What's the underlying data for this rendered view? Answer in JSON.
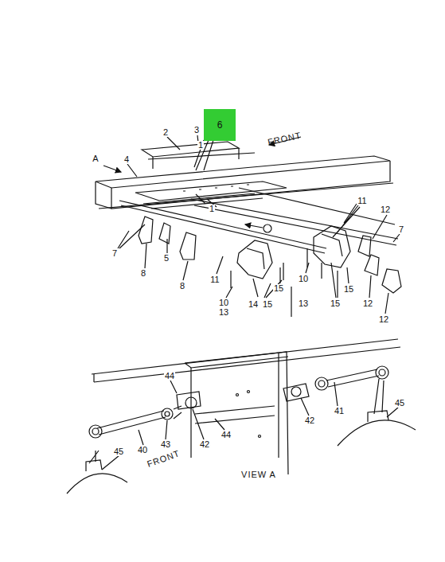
{
  "diagram": {
    "nodes": [
      {
        "text": [
          "6"
        ]
      }
    ],
    "labels": [
      "2",
      "3",
      "FRONT",
      "A",
      "4",
      "1",
      "1",
      "11",
      "12",
      "7",
      "7",
      "5",
      "8",
      "8",
      "11",
      "10",
      "13",
      "14",
      "15",
      "15",
      "10",
      "13",
      "15",
      "15",
      "12",
      "12",
      "44",
      "42",
      "41",
      "45",
      "40",
      "43",
      "42",
      "44",
      "45",
      "FRONT",
      "VIEW A"
    ]
  }
}
